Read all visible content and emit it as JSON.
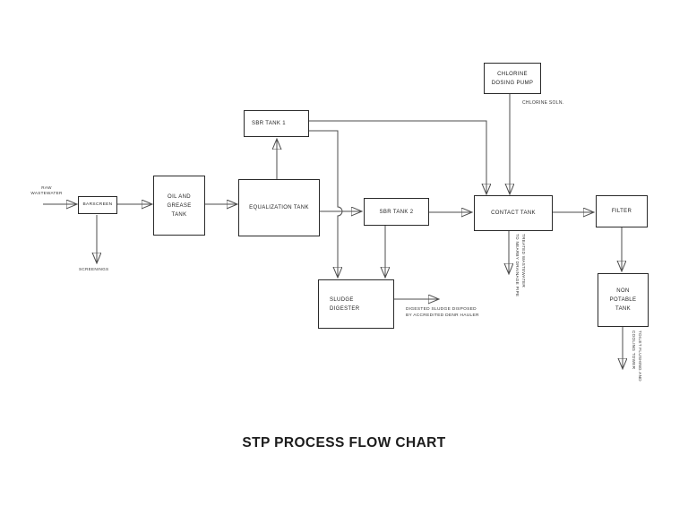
{
  "title": "STP PROCESS FLOW CHART",
  "colors": {
    "background": "#ffffff",
    "line": "#4d4d4d",
    "arrow": "#141414",
    "box_border": "#2a2a2a",
    "text": "#1f1f1f"
  },
  "boxes": {
    "chlorine_dosing_pump": {
      "line1": "CHLORINE",
      "line2": "DOSING PUMP"
    },
    "sbr_tank_1": {
      "label": "SBR TANK 1"
    },
    "barscreen": {
      "label": "BARSCREEN"
    },
    "oil_grease_tank": {
      "line1": "OIL AND",
      "line2": "GREASE",
      "line3": "TANK"
    },
    "equalization_tank": {
      "label": "EQUALIZATION TANK"
    },
    "sbr_tank_2": {
      "label": "SBR TANK 2"
    },
    "contact_tank": {
      "label": "CONTACT TANK"
    },
    "filter": {
      "label": "FILTER"
    },
    "sludge_digester": {
      "line1": "SLUDGE",
      "line2": "DIGESTER"
    },
    "non_potable_tank": {
      "line1": "NON",
      "line2": "POTABLE",
      "line3": "TANK"
    }
  },
  "annotations": {
    "raw_wastewater": {
      "line1": "RAW",
      "line2": "WASTEWATER"
    },
    "screenings": "SCREENINGS",
    "chlorine_soln": "CHLORINE SOLN.",
    "digested_sludge": {
      "line1": "DIGESTED SLUDGE DISPOSED",
      "line2": "BY ACCREDITED DENR HAULER"
    },
    "treated_wastewater": {
      "line1": "TREATED WASTEWATER",
      "line2": "TO NEARBY DRAINAGE PIPE"
    },
    "toilet_flushing": {
      "line1": "TOILET FLUSHING AND",
      "line2": "COOLING TOWER"
    }
  }
}
